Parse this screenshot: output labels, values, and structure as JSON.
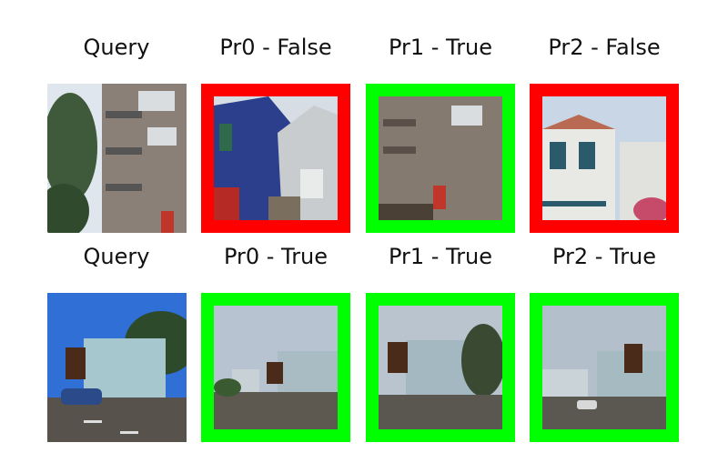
{
  "colors": {
    "correct": "#00ff00",
    "incorrect": "#ff0000"
  },
  "rows": [
    {
      "query_title": "Query",
      "predictions": [
        {
          "title": "Pr0 - False",
          "correct": false
        },
        {
          "title": "Pr1 - True",
          "correct": true
        },
        {
          "title": "Pr2 - False",
          "correct": false
        }
      ]
    },
    {
      "query_title": "Query",
      "predictions": [
        {
          "title": "Pr0 - True",
          "correct": true
        },
        {
          "title": "Pr1 - True",
          "correct": true
        },
        {
          "title": "Pr2 - True",
          "correct": true
        }
      ]
    }
  ]
}
